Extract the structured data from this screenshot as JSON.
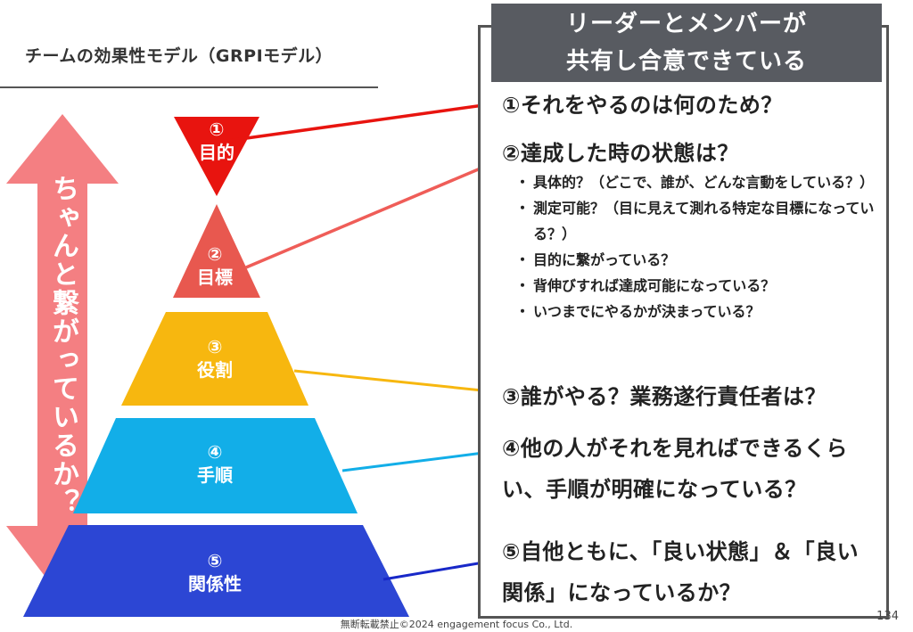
{
  "slide": {
    "title": "チームの効果性モデル（GRPIモデル）",
    "header_lines": [
      "リーダーとメンバーが",
      "共有し合意できている"
    ],
    "side_label": "ちゃんと繋がっているか？",
    "footer": "無断転載禁止©2024 engagement focus Co., Ltd.",
    "page_number": "134"
  },
  "pyramid": [
    {
      "num": "①",
      "label": "目的",
      "color": "#e8140f"
    },
    {
      "num": "②",
      "label": "目標",
      "color": "#e8584f"
    },
    {
      "num": "③",
      "label": "役割",
      "color": "#f7b70f"
    },
    {
      "num": "④",
      "label": "手順",
      "color": "#12aee8"
    },
    {
      "num": "⑤",
      "label": "関係性",
      "color": "#2c46d4"
    }
  ],
  "sections": {
    "s1": "①それをやるのは何のため？",
    "s2": "②達成した時の状態は？",
    "bullets": [
      "具体的？（どこで、誰が、どんな言動をしている？）",
      "測定可能？（目に見えて測れる特定な目標になっている？）",
      "目的に繋がっている？",
      "背伸びすれば達成可能になっている？",
      "いつまでにやるかが決まっている？"
    ],
    "s3": "③誰がやる？業務遂行責任者は？",
    "s4": "④他の人がそれを見ればできるくらい、手順が明確になっている？",
    "s5": "⑤自他ともに、「良い状態」＆「良い関係」になっているか？"
  },
  "colors": {
    "arrow": "#f47f82",
    "header_bg": "#585b61",
    "connector_1": "#e8140f",
    "connector_2": "#ef5d58",
    "connector_3": "#f7b70f",
    "connector_4": "#12aee8",
    "connector_5": "#1828c8"
  }
}
